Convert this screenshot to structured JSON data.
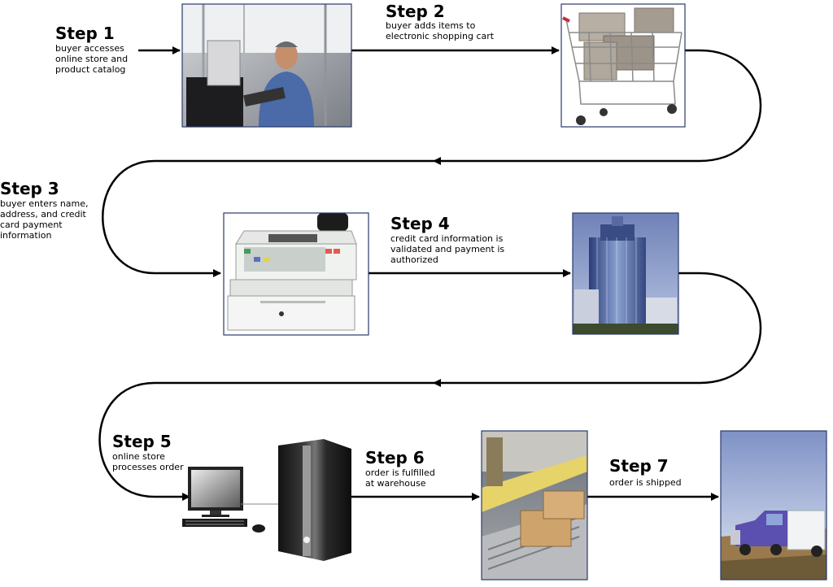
{
  "steps": [
    {
      "title": "Step 1",
      "lines": [
        "buyer accesses",
        "online store and",
        "product catalog"
      ]
    },
    {
      "title": "Step 2",
      "lines": [
        "buyer adds items to",
        "electronic shopping cart"
      ]
    },
    {
      "title": "Step 3",
      "lines": [
        "buyer enters name,",
        "address, and credit",
        "card payment",
        "information"
      ]
    },
    {
      "title": "Step 4",
      "lines": [
        "credit card information is",
        "validated and payment is",
        "authorized"
      ]
    },
    {
      "title": "Step 5",
      "lines": [
        "online store",
        "processes order"
      ]
    },
    {
      "title": "Step 6",
      "lines": [
        "order is fulfilled",
        "at warehouse"
      ]
    },
    {
      "title": "Step 7",
      "lines": [
        "order is shipped"
      ]
    }
  ],
  "images": [
    {
      "name": "buyer-with-laptop-photo"
    },
    {
      "name": "shopping-cart-photo"
    },
    {
      "name": "cash-register-photo"
    },
    {
      "name": "bank-building-photo"
    },
    {
      "name": "computer-server-image"
    },
    {
      "name": "warehouse-photo"
    },
    {
      "name": "shipping-truck-photo"
    }
  ],
  "colors": {
    "line": "#000000",
    "frame": "#2a3a6a"
  }
}
